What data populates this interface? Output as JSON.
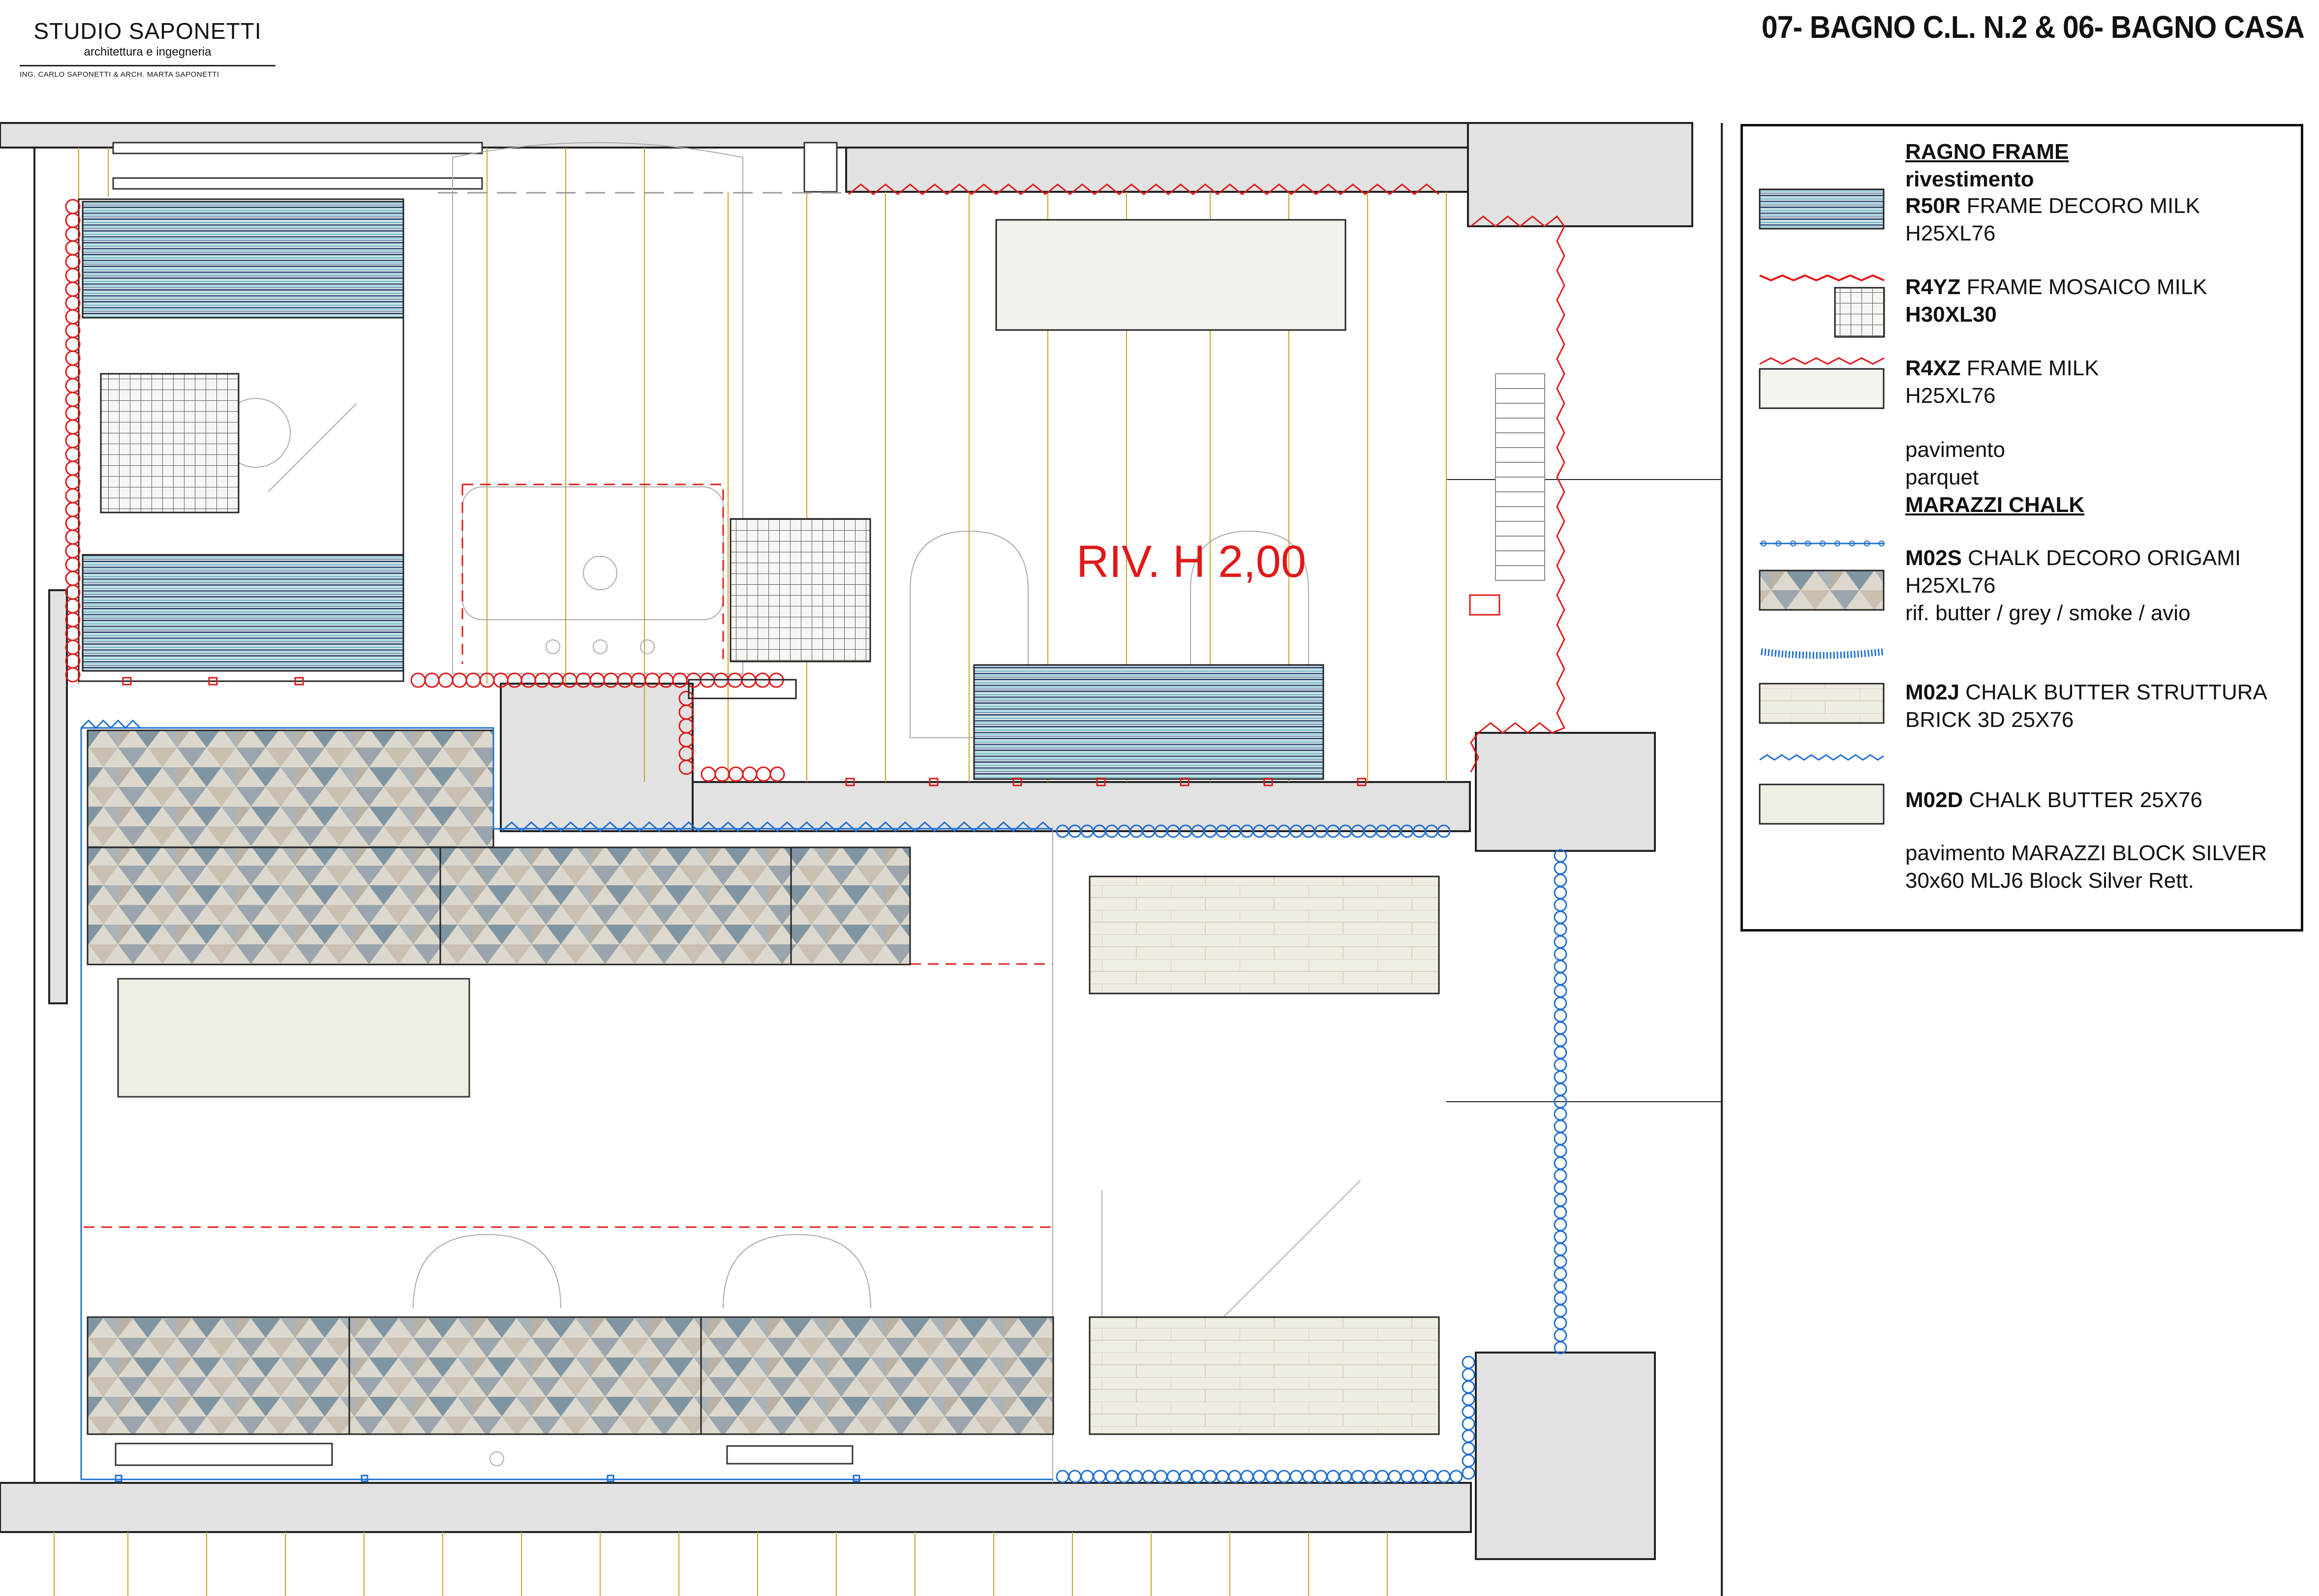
{
  "header": {
    "studio_name": "STUDIO SAPONETTI",
    "studio_subtitle": "architettura e ingegneria",
    "studio_people": "ING. CARLO SAPONETTI & ARCH. MARTA SAPONETTI",
    "title": "07- BAGNO C.L. N.2  &  06- BAGNO CASA"
  },
  "plan": {
    "wall_height_label": "RIV. H 2,00"
  },
  "legend": {
    "frame_heading": "RAGNO FRAME",
    "frame_sub": "rivestimento",
    "items": [
      {
        "code": "R50R",
        "name": " FRAME DECORO MILK",
        "size": "H25XL76",
        "swatch": "stripes"
      },
      {
        "code": "R4YZ",
        "name": " FRAME MOSAICO MILK",
        "size": "H30XL30",
        "size_bold": true,
        "swatch": "mosaic"
      },
      {
        "code": "R4XZ",
        "name": " FRAME MILK",
        "size": "H25XL76",
        "swatch": "milk"
      }
    ],
    "floor_line1": "pavimento",
    "floor_line2": "parquet",
    "chalk_heading": "MARAZZI CHALK",
    "chalk_items": [
      {
        "code": "M02S",
        "name": " CHALK DECORO ORIGAMI",
        "size": "H25XL76",
        "note": "rif. butter / grey / smoke / avio",
        "swatch": "origami"
      },
      {
        "code": "M02J",
        "name": " CHALK BUTTER STRUTTURA",
        "size": "BRICK 3D 25X76",
        "swatch": "butter-brick"
      },
      {
        "code": "M02D",
        "name": " CHALK BUTTER 25X76",
        "size": "",
        "swatch": "butter"
      }
    ],
    "footer_line1": "pavimento MARAZZI BLOCK SILVER",
    "footer_line2": "30x60 MLJ6 Block Silver Rett."
  },
  "colors": {
    "wall_grey": "#e2e2e2",
    "parquet_line": "#c9a227",
    "red_symbol": "#e01818",
    "blue_symbol": "#1f6fd1",
    "stripe_dark": "#3f5a7e",
    "stripe_light": "#9fcfd8",
    "butter": "#f0eee4"
  }
}
